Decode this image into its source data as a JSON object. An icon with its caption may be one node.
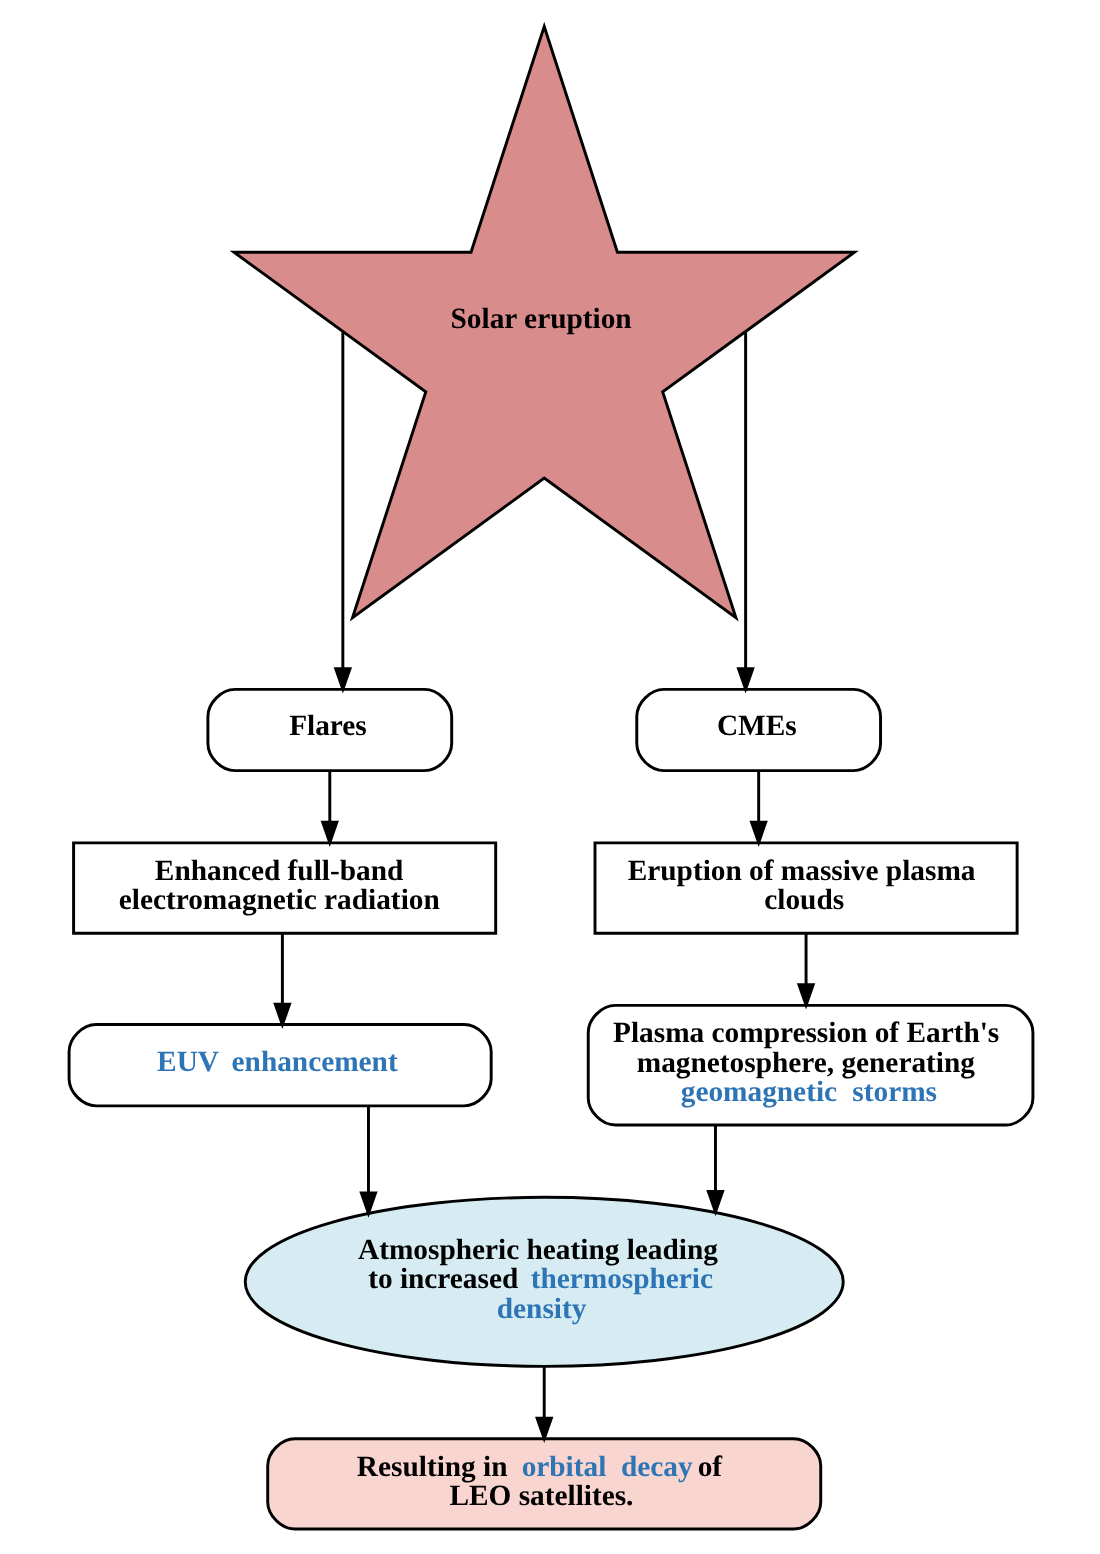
{
  "diagram": {
    "nodes": [
      {
        "text": [
          "Solar eruption"
        ]
      },
      {
        "text": [
          "Flares"
        ]
      },
      {
        "text": [
          "CMEs"
        ]
      },
      {
        "text": [
          "Enhanced full-band electromagnetic radiation"
        ]
      },
      {
        "text": [
          "Eruption of massive plasma clouds"
        ]
      },
      {
        "text": [
          "EUV enhancement"
        ]
      },
      {
        "text": [
          "Plasma compression of Earth's magnetosphere, generating geomagnetic storms"
        ]
      },
      {
        "text": [
          "Atmospheric heating leading to increased thermospheric density"
        ]
      },
      {
        "text": [
          "Resulting in orbital decay of LEO satellites."
        ]
      }
    ],
    "edges": [
      {
        "from": 0,
        "to": 1,
        "arrow": "to"
      },
      {
        "from": 0,
        "to": 2,
        "arrow": "to"
      },
      {
        "from": 1,
        "to": 3,
        "arrow": "to"
      },
      {
        "from": 2,
        "to": 4,
        "arrow": "to"
      },
      {
        "from": 3,
        "to": 5,
        "arrow": "to"
      },
      {
        "from": 4,
        "to": 6,
        "arrow": "to"
      },
      {
        "from": 5,
        "to": 7,
        "arrow": "to"
      },
      {
        "from": 6,
        "to": 7,
        "arrow": "to"
      },
      {
        "from": 7,
        "to": 8,
        "arrow": "to"
      }
    ]
  }
}
